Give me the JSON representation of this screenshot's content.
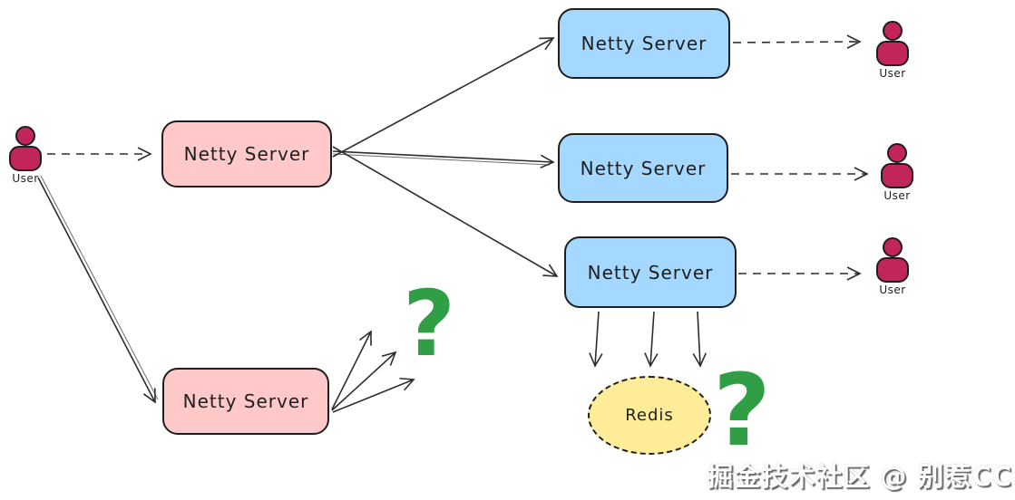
{
  "nodes": {
    "gateway_server": {
      "label": "Netty Server"
    },
    "standalone_server": {
      "label": "Netty Server"
    },
    "backend_servers": [
      {
        "label": "Netty Server"
      },
      {
        "label": "Netty Server"
      },
      {
        "label": "Netty Server"
      }
    ],
    "redis": {
      "label": "Redis"
    }
  },
  "actors": {
    "left_user": {
      "label": "User"
    },
    "right_users": [
      {
        "label": "User"
      },
      {
        "label": "User"
      },
      {
        "label": "User"
      }
    ]
  },
  "annotations": {
    "question_mark_left": "?",
    "question_mark_right": "?"
  },
  "watermark": "掘金技术社区 @ 别惹CC",
  "colors": {
    "server_pink": "#ffc9c9",
    "server_blue": "#a5d8ff",
    "redis_yellow": "#ffec99",
    "user_crimson": "#c2255c",
    "question_green": "#2f9e44",
    "stroke_dark": "#1e1e1e"
  }
}
